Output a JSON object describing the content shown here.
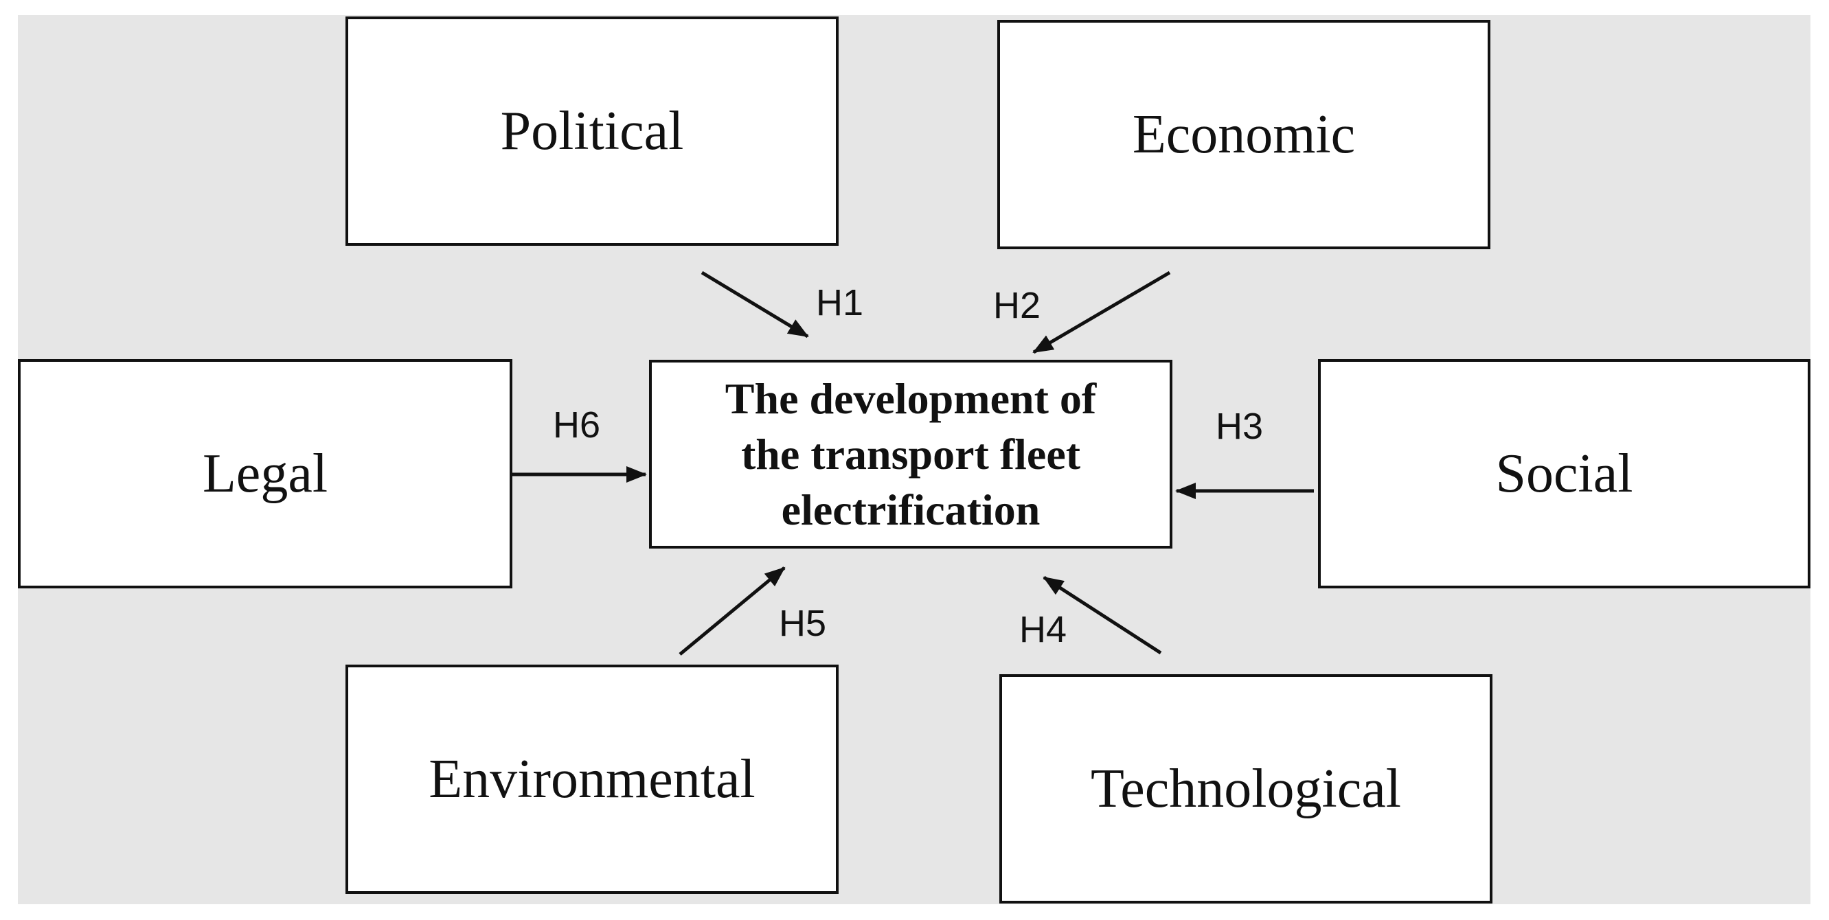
{
  "nodes": {
    "political": "Political",
    "economic": "Economic",
    "legal": "Legal",
    "social": "Social",
    "environmental": "Environmental",
    "technological": "Technological",
    "center": {
      "line1": "The development of",
      "line2": "the transport fleet",
      "line3": "electrification"
    }
  },
  "hypotheses": {
    "h1": "H1",
    "h2": "H2",
    "h3": "H3",
    "h4": "H4",
    "h5": "H5",
    "h6": "H6"
  },
  "edges": [
    {
      "from": "Political",
      "to": "The development of the transport fleet electrification",
      "label": "H1"
    },
    {
      "from": "Economic",
      "to": "The development of the transport fleet electrification",
      "label": "H2"
    },
    {
      "from": "Social",
      "to": "The development of the transport fleet electrification",
      "label": "H3"
    },
    {
      "from": "Technological",
      "to": "The development of the transport fleet electrification",
      "label": "H4"
    },
    {
      "from": "Environmental",
      "to": "The development of the transport fleet electrification",
      "label": "H5"
    },
    {
      "from": "Legal",
      "to": "The development of the transport fleet electrification",
      "label": "H6"
    }
  ],
  "colors": {
    "background_panel": "#e6e6e6",
    "box_fill": "#ffffff",
    "stroke": "#111111"
  }
}
